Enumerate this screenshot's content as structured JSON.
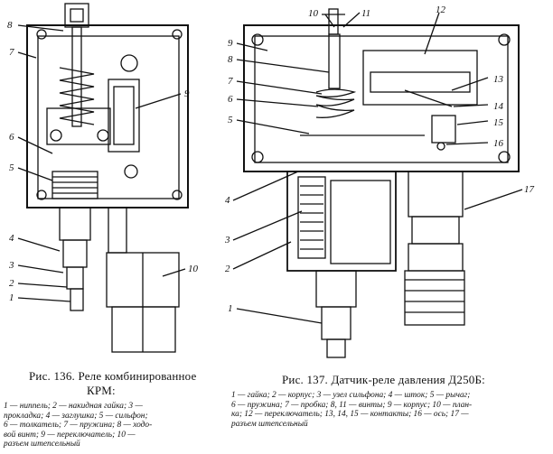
{
  "fig136": {
    "labels": [
      "1",
      "2",
      "3",
      "4",
      "5",
      "6",
      "7",
      "8",
      "9",
      "10"
    ],
    "caption_title_line1": "Рис. 136. Реле комбинированное",
    "caption_title_line2": "КРМ:",
    "caption_legend": "1 — ниппель; 2 — накидная гайка; 3 —\nпрокладка; 4 — заглушка; 5 — сильфон;\n6 — толкатель; 7 — пружина; 8 — ходо-\nвой винт; 9 — переключатель; 10 —\nразъем штепсельный"
  },
  "fig137": {
    "labels": [
      "1",
      "2",
      "3",
      "4",
      "5",
      "6",
      "7",
      "8",
      "9",
      "10",
      "11",
      "12",
      "13",
      "14",
      "15",
      "16",
      "17"
    ],
    "caption_title": "Рис. 137. Датчик-реле давления Д250Б:",
    "caption_legend": "1 — гайка; 2 — корпус; 3 — узел сильфона; 4 — шток; 5 — рычаг;\n6 — пружина; 7 — пробка; 8, 11 — винты; 9 — корпус; 10 — план-\nка; 12 — переключатель; 13, 14, 15 — контакты; 16 — ось; 17 —\nразъем штепсельный"
  }
}
